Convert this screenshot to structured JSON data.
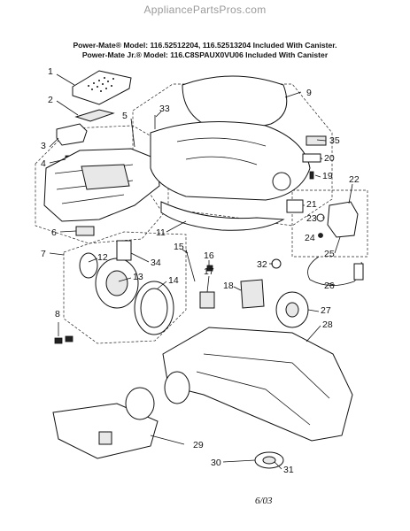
{
  "site": {
    "watermark": "AppliancePartsPros.com"
  },
  "header": {
    "line1": "Power-Mate® Model: 116.52512204, 116.52513204 Included With Canister.",
    "line2": "Power-Mate Jr.® Model: 116.C8SPAUX0VU06 Included With Canister"
  },
  "footer": {
    "date": "6/03"
  },
  "callouts": [
    "1",
    "2",
    "3",
    "4",
    "5",
    "6",
    "7",
    "8",
    "9",
    "11",
    "12",
    "13",
    "14",
    "15",
    "16",
    "17",
    "18",
    "19",
    "20",
    "21",
    "22",
    "23",
    "24",
    "25",
    "26",
    "27",
    "28",
    "29",
    "30",
    "31",
    "32",
    "33",
    "34",
    "35"
  ]
}
